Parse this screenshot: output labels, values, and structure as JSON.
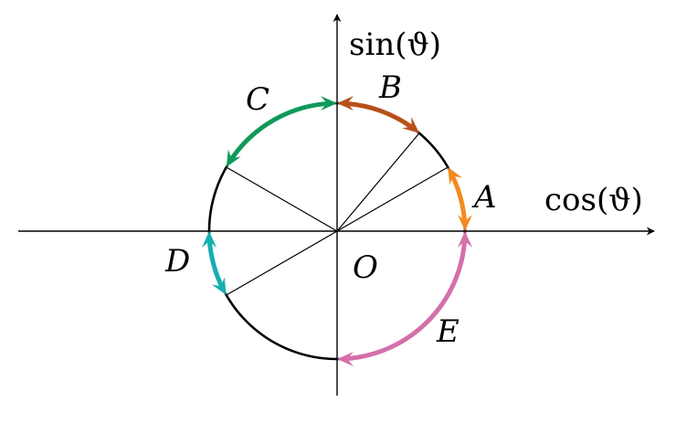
{
  "axes": {
    "x_label": "cos(ϑ)",
    "y_label": "sin(ϑ)",
    "origin_label": "O"
  },
  "arcs": [
    {
      "label": "A",
      "color": "#F28A1E",
      "from_deg": 0,
      "to_deg": 30
    },
    {
      "label": "B",
      "color": "#B8501A",
      "from_deg": 50,
      "to_deg": 90
    },
    {
      "label": "C",
      "color": "#0E9A5A",
      "from_deg": 90,
      "to_deg": 150
    },
    {
      "label": "D",
      "color": "#14AEB0",
      "from_deg": 180,
      "to_deg": 210
    },
    {
      "label": "E",
      "color": "#D46FAA",
      "from_deg": 270,
      "to_deg": 360
    }
  ],
  "radial_lines_deg": [
    30,
    50,
    150,
    210
  ]
}
